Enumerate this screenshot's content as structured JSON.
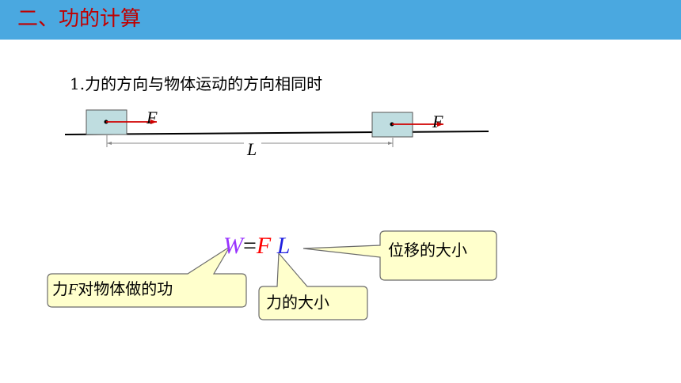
{
  "header": {
    "title": "二、功的计算"
  },
  "section": {
    "subtitle": "1.力的方向与物体运动的方向相同时"
  },
  "diagram": {
    "force_label": "F",
    "displacement_label": "L",
    "colors": {
      "block_fill": "#bfdde0",
      "arrow": "#d00000",
      "ground": "#000000",
      "callout_fill": "#ffffcc",
      "callout_border": "#6b6b6b"
    }
  },
  "equation": {
    "w": "W",
    "equals": "=",
    "f": "F",
    "l": "L"
  },
  "callouts": {
    "work": {
      "prefix": "力",
      "symbol": "F",
      "suffix": "对物体做的功"
    },
    "force": {
      "text": "力的大小"
    },
    "displacement": {
      "text": "位移的大小"
    }
  }
}
